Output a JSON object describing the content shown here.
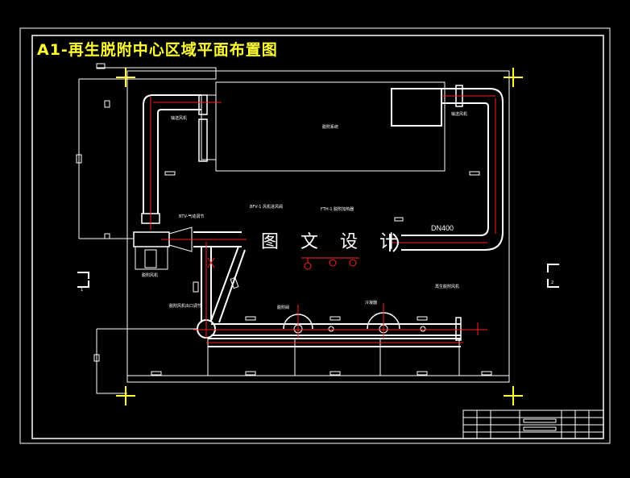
{
  "drawing": {
    "title": "A1-再生脱附中心区域平面布置图",
    "watermark": "图 文 设 计",
    "pipe_size": "DN400",
    "labels": {
      "a": "输送风机",
      "b": "输送风机",
      "c": "脱附系统",
      "d": "BFV-1 风机进风阀",
      "e": "FTH-1 脱附加热器",
      "f": "BTV-气动调节",
      "g": "脱附风机出口调节",
      "h": "脱附风机",
      "i": "再生脱附风机",
      "j": "脱附阀",
      "k": "冷凝器",
      "l": "1",
      "m": "2"
    }
  },
  "colors": {
    "background": "#000000",
    "line": "#ffffff",
    "title": "#ffff33",
    "marker": "#ffff33",
    "center_line": "#ff2020"
  }
}
